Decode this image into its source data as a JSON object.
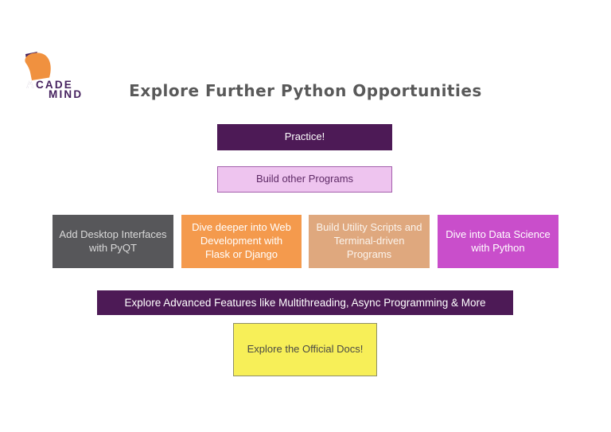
{
  "logo": {
    "line1": "ACADE",
    "line2": "MIND",
    "orange": "#F0913F",
    "purple": "#45215E"
  },
  "title": "Explore Further Python Opportunities",
  "title_color": "#595959",
  "boxes": {
    "practice": {
      "label": "Practice!",
      "bg": "#4D1A56",
      "color": "#FFFFFF"
    },
    "build_programs": {
      "label": "Build other Programs",
      "bg": "#EEC4EF",
      "border": "#A35FAC",
      "color": "#5E2A66"
    },
    "desktop": {
      "label": "Add Desktop Interfaces with PyQT",
      "bg": "#57575A",
      "color": "#D9D9D9"
    },
    "web_dev": {
      "label": "Dive deeper into Web Development with Flask or Django",
      "bg": "#F49A4D",
      "color": "#FFFFFF"
    },
    "utility": {
      "label": "Build Utility Scripts and Terminal-driven Programs",
      "bg": "#DFA87E",
      "color": "#FBF4ED"
    },
    "data_science": {
      "label": "Dive into Data Science with Python",
      "bg": "#C94ECB",
      "color": "#FFFFFF"
    },
    "advanced": {
      "label": "Explore Advanced Features like Multithreading, Async Programming & More",
      "bg": "#4D1A56",
      "color": "#FFFFFF"
    },
    "docs": {
      "label": "Explore the Official Docs!",
      "bg": "#F7EF58",
      "border": "#8F8F69",
      "color": "#4A4A45"
    }
  }
}
